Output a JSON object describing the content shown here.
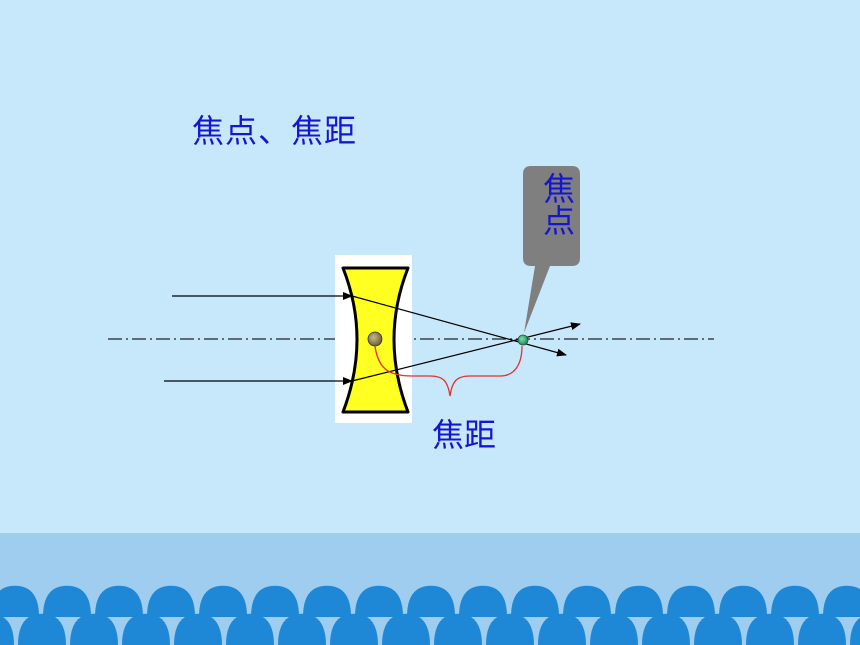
{
  "slide": {
    "title": "焦点、焦距",
    "focus_callout": "焦点",
    "focal_length_label": "焦距"
  },
  "colors": {
    "background": "#c7e8fb",
    "footer_band": "#9ecdf0",
    "waves": "#1f88d6",
    "text": "#1616d0",
    "lens_fill": "#ffff22",
    "callout_fill": "#7f7f7f",
    "brace": "#e53030",
    "focus_point": "#2fb37a"
  },
  "icons": [
    "concave-lens-icon",
    "focus-point-icon"
  ]
}
